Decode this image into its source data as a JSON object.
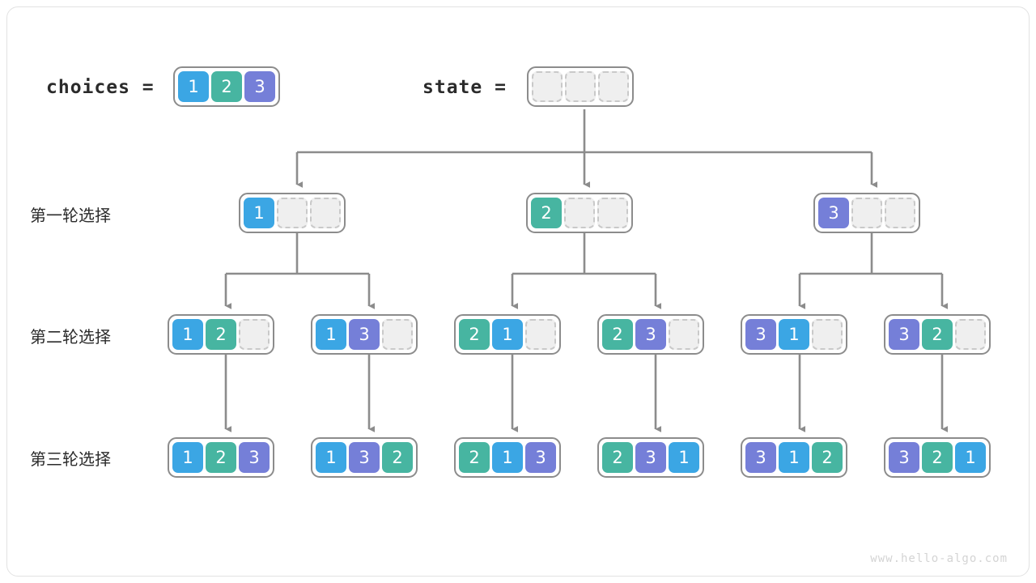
{
  "title": "Permutation backtracking tree",
  "colors": {
    "value_1": "#3ba6e4",
    "value_2": "#47b5a1",
    "value_3": "#757fd8",
    "empty_cell": "#efefef",
    "empty_border": "#c9c9c9",
    "array_border": "#8c8c8c",
    "wire": "#8c8c8c",
    "text": "#2b2b2b",
    "watermark": "#d4d4d4",
    "frame": "#e2e2e2",
    "background": "#ffffff"
  },
  "header": {
    "choices_label": "choices =",
    "choices_values": [
      "1",
      "2",
      "3"
    ],
    "state_label": "state =",
    "state_values": [
      "",
      "",
      ""
    ]
  },
  "row_labels": {
    "round1": "第一轮选择",
    "round2": "第二轮选择",
    "round3": "第三轮选择"
  },
  "tree": {
    "root": {
      "cells": [
        "",
        "",
        ""
      ]
    },
    "level1": [
      {
        "cells": [
          "1",
          "",
          ""
        ]
      },
      {
        "cells": [
          "2",
          "",
          ""
        ]
      },
      {
        "cells": [
          "3",
          "",
          ""
        ]
      }
    ],
    "level2": [
      {
        "cells": [
          "1",
          "2",
          ""
        ]
      },
      {
        "cells": [
          "1",
          "3",
          ""
        ]
      },
      {
        "cells": [
          "2",
          "1",
          ""
        ]
      },
      {
        "cells": [
          "2",
          "3",
          ""
        ]
      },
      {
        "cells": [
          "3",
          "1",
          ""
        ]
      },
      {
        "cells": [
          "3",
          "2",
          ""
        ]
      }
    ],
    "level3": [
      {
        "cells": [
          "1",
          "2",
          "3"
        ]
      },
      {
        "cells": [
          "1",
          "3",
          "2"
        ]
      },
      {
        "cells": [
          "2",
          "1",
          "3"
        ]
      },
      {
        "cells": [
          "2",
          "3",
          "1"
        ]
      },
      {
        "cells": [
          "3",
          "1",
          "2"
        ]
      },
      {
        "cells": [
          "3",
          "2",
          "1"
        ]
      }
    ]
  },
  "watermark": "www.hello-algo.com"
}
